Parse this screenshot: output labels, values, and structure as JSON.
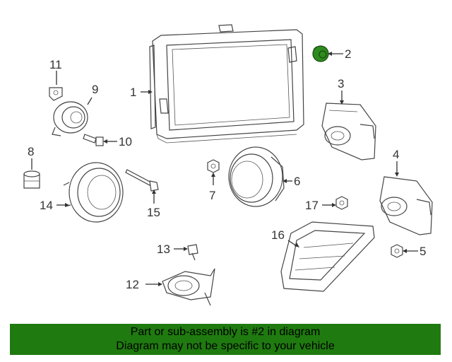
{
  "banner": {
    "line1": "Part or sub-assembly is #2 in diagram",
    "line2": "Diagram may not be specific to your vehicle",
    "color": "#1f7a0f"
  },
  "highlight_color": "#2e8b1e",
  "callouts": {
    "c1": "1",
    "c2": "2",
    "c3": "3",
    "c4": "4",
    "c5": "5",
    "c6": "6",
    "c7": "7",
    "c8": "8",
    "c9": "9",
    "c10": "10",
    "c11": "11",
    "c12": "12",
    "c13": "13",
    "c14": "14",
    "c15": "15",
    "c16": "16",
    "c17": "17"
  }
}
